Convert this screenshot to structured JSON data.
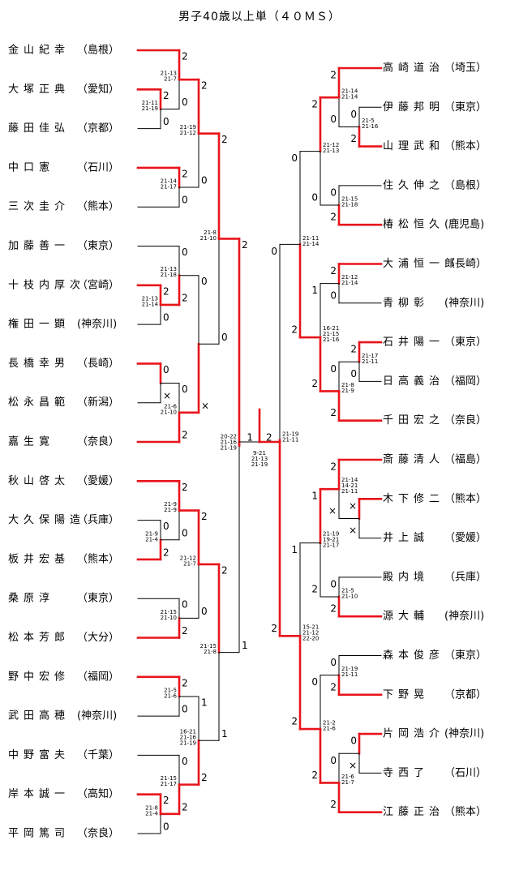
{
  "title": "男子40歳以上単（４０ＭＳ）",
  "colors": {
    "win": "#e8141b",
    "line": "#000000"
  },
  "left_players": [
    {
      "name": "金山紀幸",
      "pref": "（島根）"
    },
    {
      "name": "大塚正典",
      "pref": "（愛知）"
    },
    {
      "name": "藤田佳弘",
      "pref": "（京都）"
    },
    {
      "name": "中口憲",
      "pref": "（石川）"
    },
    {
      "name": "三次圭介",
      "pref": "（熊本）"
    },
    {
      "name": "加藤善一",
      "pref": "（東京）"
    },
    {
      "name": "十枝内厚次",
      "pref": "（宮崎）"
    },
    {
      "name": "権田一顕",
      "pref": "(神奈川)"
    },
    {
      "name": "長橋幸男",
      "pref": "（長崎）"
    },
    {
      "name": "松永昌範",
      "pref": "（新潟）"
    },
    {
      "name": "嘉生寛",
      "pref": "（奈良）"
    },
    {
      "name": "秋山啓太",
      "pref": "（愛媛）"
    },
    {
      "name": "大久保陽造",
      "pref": "（兵庫）"
    },
    {
      "name": "板井宏基",
      "pref": "（熊本）"
    },
    {
      "name": "桑原淳",
      "pref": "（東京）"
    },
    {
      "name": "松本芳郎",
      "pref": "（大分）"
    },
    {
      "name": "野中宏修",
      "pref": "（福岡）"
    },
    {
      "name": "武田高穂",
      "pref": "(神奈川)"
    },
    {
      "name": "中野富夫",
      "pref": "（千葉）"
    },
    {
      "name": "岸本誠一",
      "pref": "（高知）"
    },
    {
      "name": "平岡篤司",
      "pref": "（奈良）"
    }
  ],
  "right_players": [
    {
      "name": "高崎道治",
      "pref": "（埼玉）"
    },
    {
      "name": "伊藤邦明",
      "pref": "（東京）"
    },
    {
      "name": "山理武和",
      "pref": "（熊本）"
    },
    {
      "name": "住久伸之",
      "pref": "（島根）"
    },
    {
      "name": "椿松恒久",
      "pref": "(鹿児島)"
    },
    {
      "name": "大浦恒一郎",
      "pref": "（長崎）"
    },
    {
      "name": "青柳彰",
      "pref": "(神奈川)"
    },
    {
      "name": "石井陽一",
      "pref": "（東京）"
    },
    {
      "name": "日高義治",
      "pref": "（福岡）"
    },
    {
      "name": "千田宏之",
      "pref": "（奈良）"
    },
    {
      "name": "斎藤清人",
      "pref": "（福島）"
    },
    {
      "name": "木下修二",
      "pref": "（熊本）"
    },
    {
      "name": "井上誠",
      "pref": "（愛媛）"
    },
    {
      "name": "殿内境",
      "pref": "（兵庫）"
    },
    {
      "name": "源大輔",
      "pref": "(神奈川)"
    },
    {
      "name": "森本俊彦",
      "pref": "（東京）"
    },
    {
      "name": "下野晃",
      "pref": "（京都）"
    },
    {
      "name": "片岡浩介",
      "pref": "(神奈川)"
    },
    {
      "name": "寺西了",
      "pref": "（石川）"
    },
    {
      "name": "江藤正治",
      "pref": "（熊本）"
    }
  ],
  "left_matches": [
    {
      "scores": [
        "21-13",
        "21-7"
      ],
      "top": "2",
      "bottom": "0"
    },
    {
      "scores": [
        "21-11",
        "21-19"
      ],
      "top": "2",
      "bottom": "0"
    },
    {
      "scores": [
        "21-14",
        "21-17"
      ],
      "top": "2",
      "bottom": "0"
    },
    {
      "scores": [
        "21-19",
        "21-12"
      ],
      "top": "2",
      "bottom": "0"
    },
    {
      "scores": [
        "21-13",
        "21-18"
      ],
      "top": "0",
      "bottom": "2"
    },
    {
      "scores": [
        "21-13",
        "21-14"
      ],
      "top": "2",
      "bottom": "0"
    },
    {
      "scores": [
        "21-8",
        "21-10"
      ],
      "top": "2",
      "bottom": "0"
    },
    {
      "scores": [],
      "top": "0",
      "bottom": "×"
    },
    {
      "scores": [
        "21-6",
        "21-10"
      ],
      "top": "0",
      "bottom": "2"
    },
    {
      "scores": [],
      "top": "0",
      "bottom": "×"
    },
    {
      "scores": [
        "21-9",
        "21-9"
      ],
      "top": "2",
      "bottom": "0"
    },
    {
      "scores": [
        "21-9",
        "21-4"
      ],
      "top": "0",
      "bottom": "2"
    },
    {
      "scores": [
        "21-12",
        "21-7"
      ],
      "top": "2",
      "bottom": "0"
    },
    {
      "scores": [
        "21-15",
        "21-10"
      ],
      "top": "0",
      "bottom": "2"
    },
    {
      "scores": [
        "21-15",
        "21-8"
      ],
      "top": "2",
      "bottom": "1"
    },
    {
      "scores": [
        "21-5",
        "21-6"
      ],
      "top": "2",
      "bottom": "0"
    },
    {
      "scores": [
        "21-15",
        "21-17"
      ],
      "top": "0",
      "bottom": "2"
    },
    {
      "scores": [
        "21-8",
        "21-4"
      ],
      "top": "2",
      "bottom": "0"
    },
    {
      "scores": [
        "16-21",
        "21-16",
        "21-19"
      ],
      "top": "1",
      "bottom": "2"
    },
    {
      "scores": [
        "20-22",
        "21-16",
        "21-19"
      ],
      "top": "2",
      "bottom": "1"
    }
  ],
  "right_matches": [
    {
      "scores": [
        "21-14",
        "21-14"
      ],
      "top": "2",
      "bottom": "0"
    },
    {
      "scores": [
        "21-5",
        "21-16"
      ],
      "top": "0",
      "bottom": "2"
    },
    {
      "scores": [
        "21-12",
        "21-13"
      ],
      "top": "2",
      "bottom": "0"
    },
    {
      "scores": [
        "21-15",
        "21-18"
      ],
      "top": "0",
      "bottom": "2"
    },
    {
      "scores": [
        "21-11",
        "21-14"
      ],
      "top": "0",
      "bottom": "2"
    },
    {
      "scores": [
        "21-12",
        "21-14"
      ],
      "top": "2",
      "bottom": "0"
    },
    {
      "scores": [
        "21-17",
        "21-11"
      ],
      "top": "2",
      "bottom": "0"
    },
    {
      "scores": [
        "21-8",
        "21-9"
      ],
      "top": "0",
      "bottom": "2"
    },
    {
      "scores": [
        "16-21",
        "21-15",
        "21-16"
      ],
      "top": "1",
      "bottom": "2"
    },
    {
      "scores": [
        "21-19",
        "21-11"
      ],
      "top": "0",
      "bottom": "2"
    },
    {
      "scores": [],
      "top": "×",
      "bottom": "×"
    },
    {
      "scores": [
        "21-14",
        "14-21",
        "21-11"
      ],
      "top": "2",
      "bottom": "×"
    },
    {
      "scores": [
        "21-5",
        "21-10"
      ],
      "top": "0",
      "bottom": "2"
    },
    {
      "scores": [
        "21-19",
        "19-21",
        "21-17"
      ],
      "top": "1",
      "bottom": "2"
    },
    {
      "scores": [],
      "top": "0",
      "bottom": "×"
    },
    {
      "scores": [
        "21-6",
        "21-7"
      ],
      "top": "0",
      "bottom": "2"
    },
    {
      "scores": [
        "21-2",
        "21-6"
      ],
      "top": "0",
      "bottom": "2"
    },
    {
      "scores": [
        "15-21",
        "21-12",
        "22-20"
      ],
      "top": "1",
      "bottom": "2"
    },
    {
      "scores": [
        "21-19",
        "21-11"
      ],
      "top": "0",
      "bottom": "2"
    }
  ],
  "final": {
    "scores": [
      "9-21",
      "21-13",
      "21-19"
    ],
    "left": "1",
    "right": "2"
  }
}
